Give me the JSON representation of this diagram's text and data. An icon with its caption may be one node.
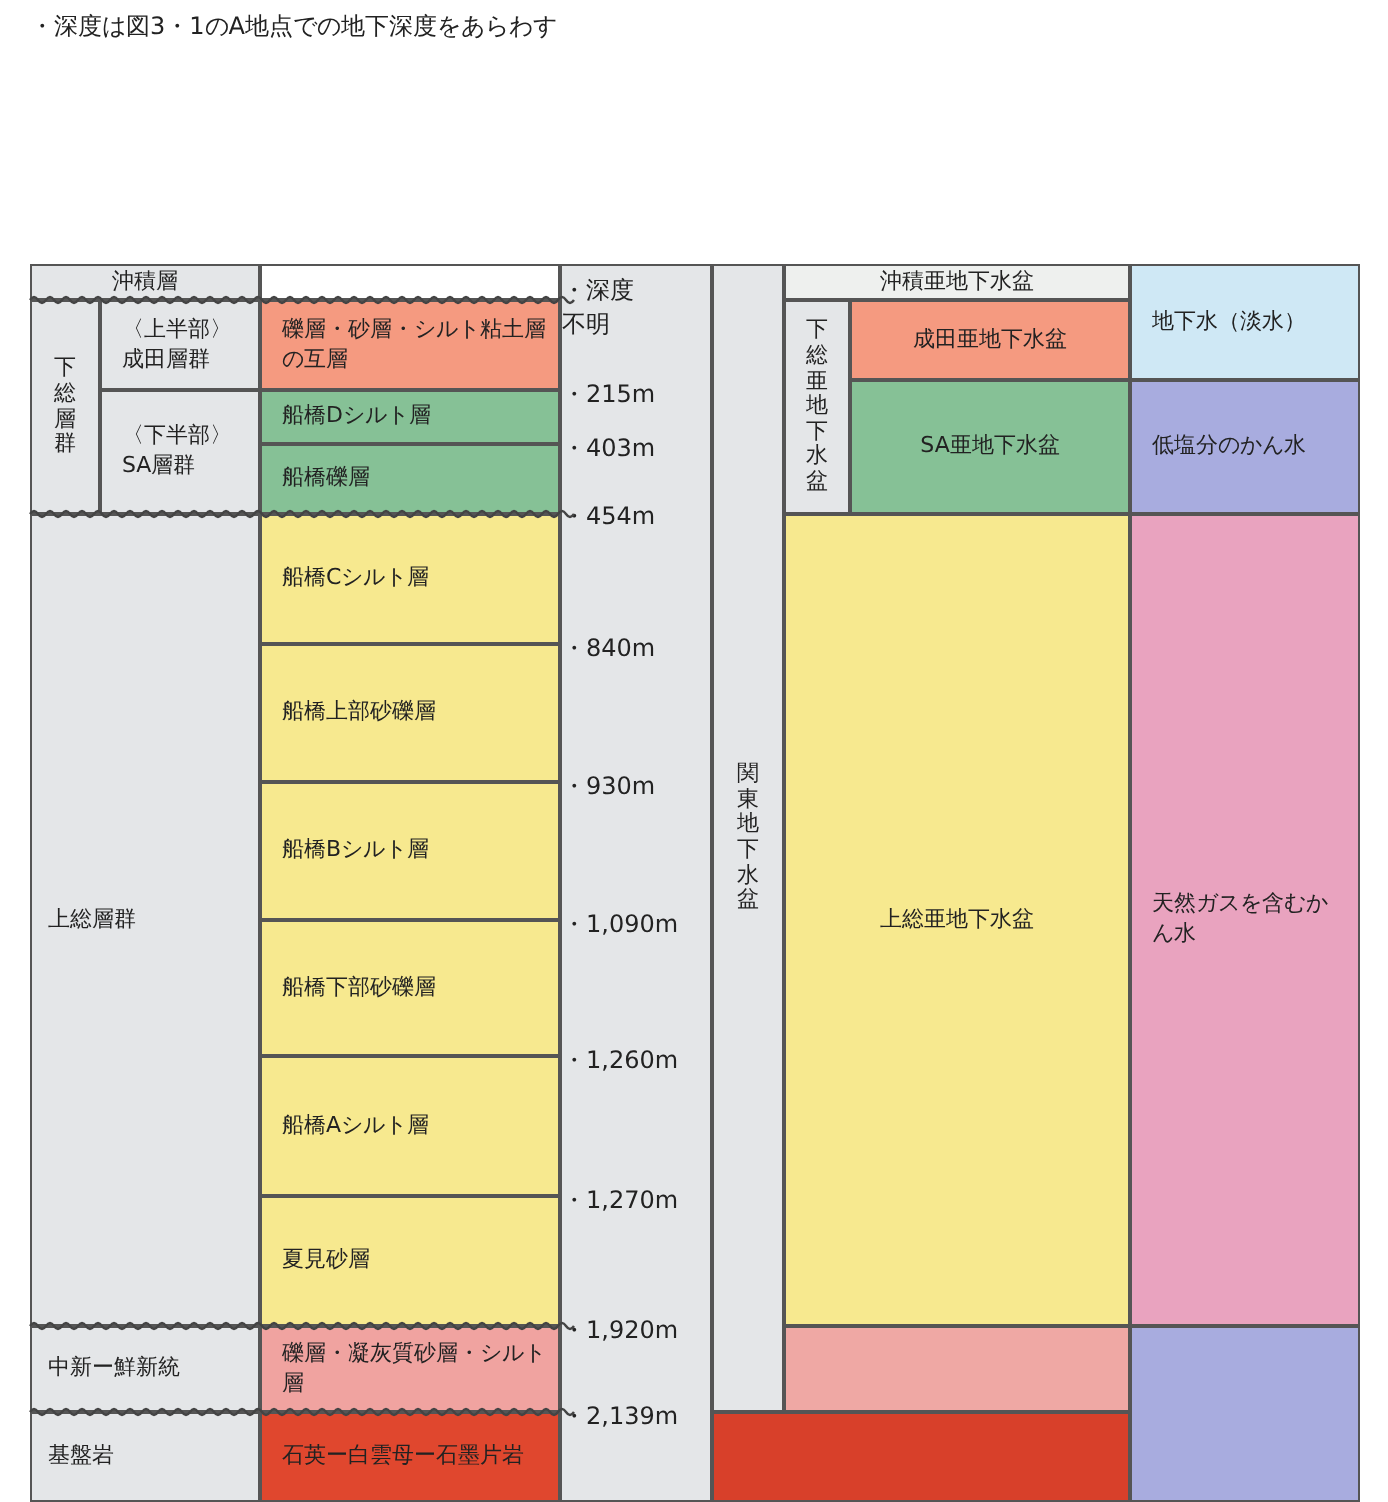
{
  "diagram": {
    "nodes": [
      {
        "text": [
          "沖積層"
        ]
      },
      {
        "text": [
          "下総層群"
        ]
      },
      {
        "text": [
          "〈上半部〉成田層群"
        ]
      },
      {
        "text": [
          "〈下半部〉SA層群"
        ]
      },
      {
        "text": [
          "礫層・砂層・シルト粘土層の互層"
        ]
      },
      {
        "text": [
          "船橋Dシルト層"
        ]
      },
      {
        "text": [
          "船橋礫層"
        ]
      },
      {
        "text": [
          "上総層群"
        ]
      },
      {
        "text": [
          "船橋Cシルト層"
        ]
      },
      {
        "text": [
          "船橋上部砂礫層"
        ]
      },
      {
        "text": [
          "船橋Bシルト層"
        ]
      },
      {
        "text": [
          "船橋下部砂礫層"
        ]
      },
      {
        "text": [
          "船橋Aシルト層"
        ]
      },
      {
        "text": [
          "夏見砂層"
        ]
      },
      {
        "text": [
          "中新ー鮮新統"
        ]
      },
      {
        "text": [
          "礫層・凝灰質砂層・シルト層"
        ]
      },
      {
        "text": [
          "基盤岩"
        ]
      },
      {
        "text": [
          "石英ー白雲母ー石墨片岩"
        ]
      },
      {
        "text": [
          "関東地下水盆"
        ]
      },
      {
        "text": [
          "沖積亜地下水盆"
        ]
      },
      {
        "text": [
          "下総亜地下水盆"
        ]
      },
      {
        "text": [
          "成田亜地下水盆"
        ]
      },
      {
        "text": [
          "SA亜地下水盆"
        ]
      },
      {
        "text": [
          "地下水（淡水）"
        ]
      },
      {
        "text": [
          "低塩分のかん水"
        ]
      },
      {
        "text": [
          "上総亜地下水盆"
        ]
      },
      {
        "text": [
          "天然ガスを含むかん水"
        ]
      },
      {
        "text": [],
        "shape": "box"
      },
      {
        "text": [],
        "shape": "box"
      },
      {
        "text": [],
        "shape": "box"
      }
    ],
    "labels": [
      "・深度は図3・1のA地点での地下深度をあらわす",
      "・深度不明",
      "・215m",
      "・403m",
      "・454m",
      "・840m",
      "・930m",
      "・1,090m",
      "・1,260m",
      "・1,270m",
      "・1,920m",
      "・2,139m"
    ]
  }
}
